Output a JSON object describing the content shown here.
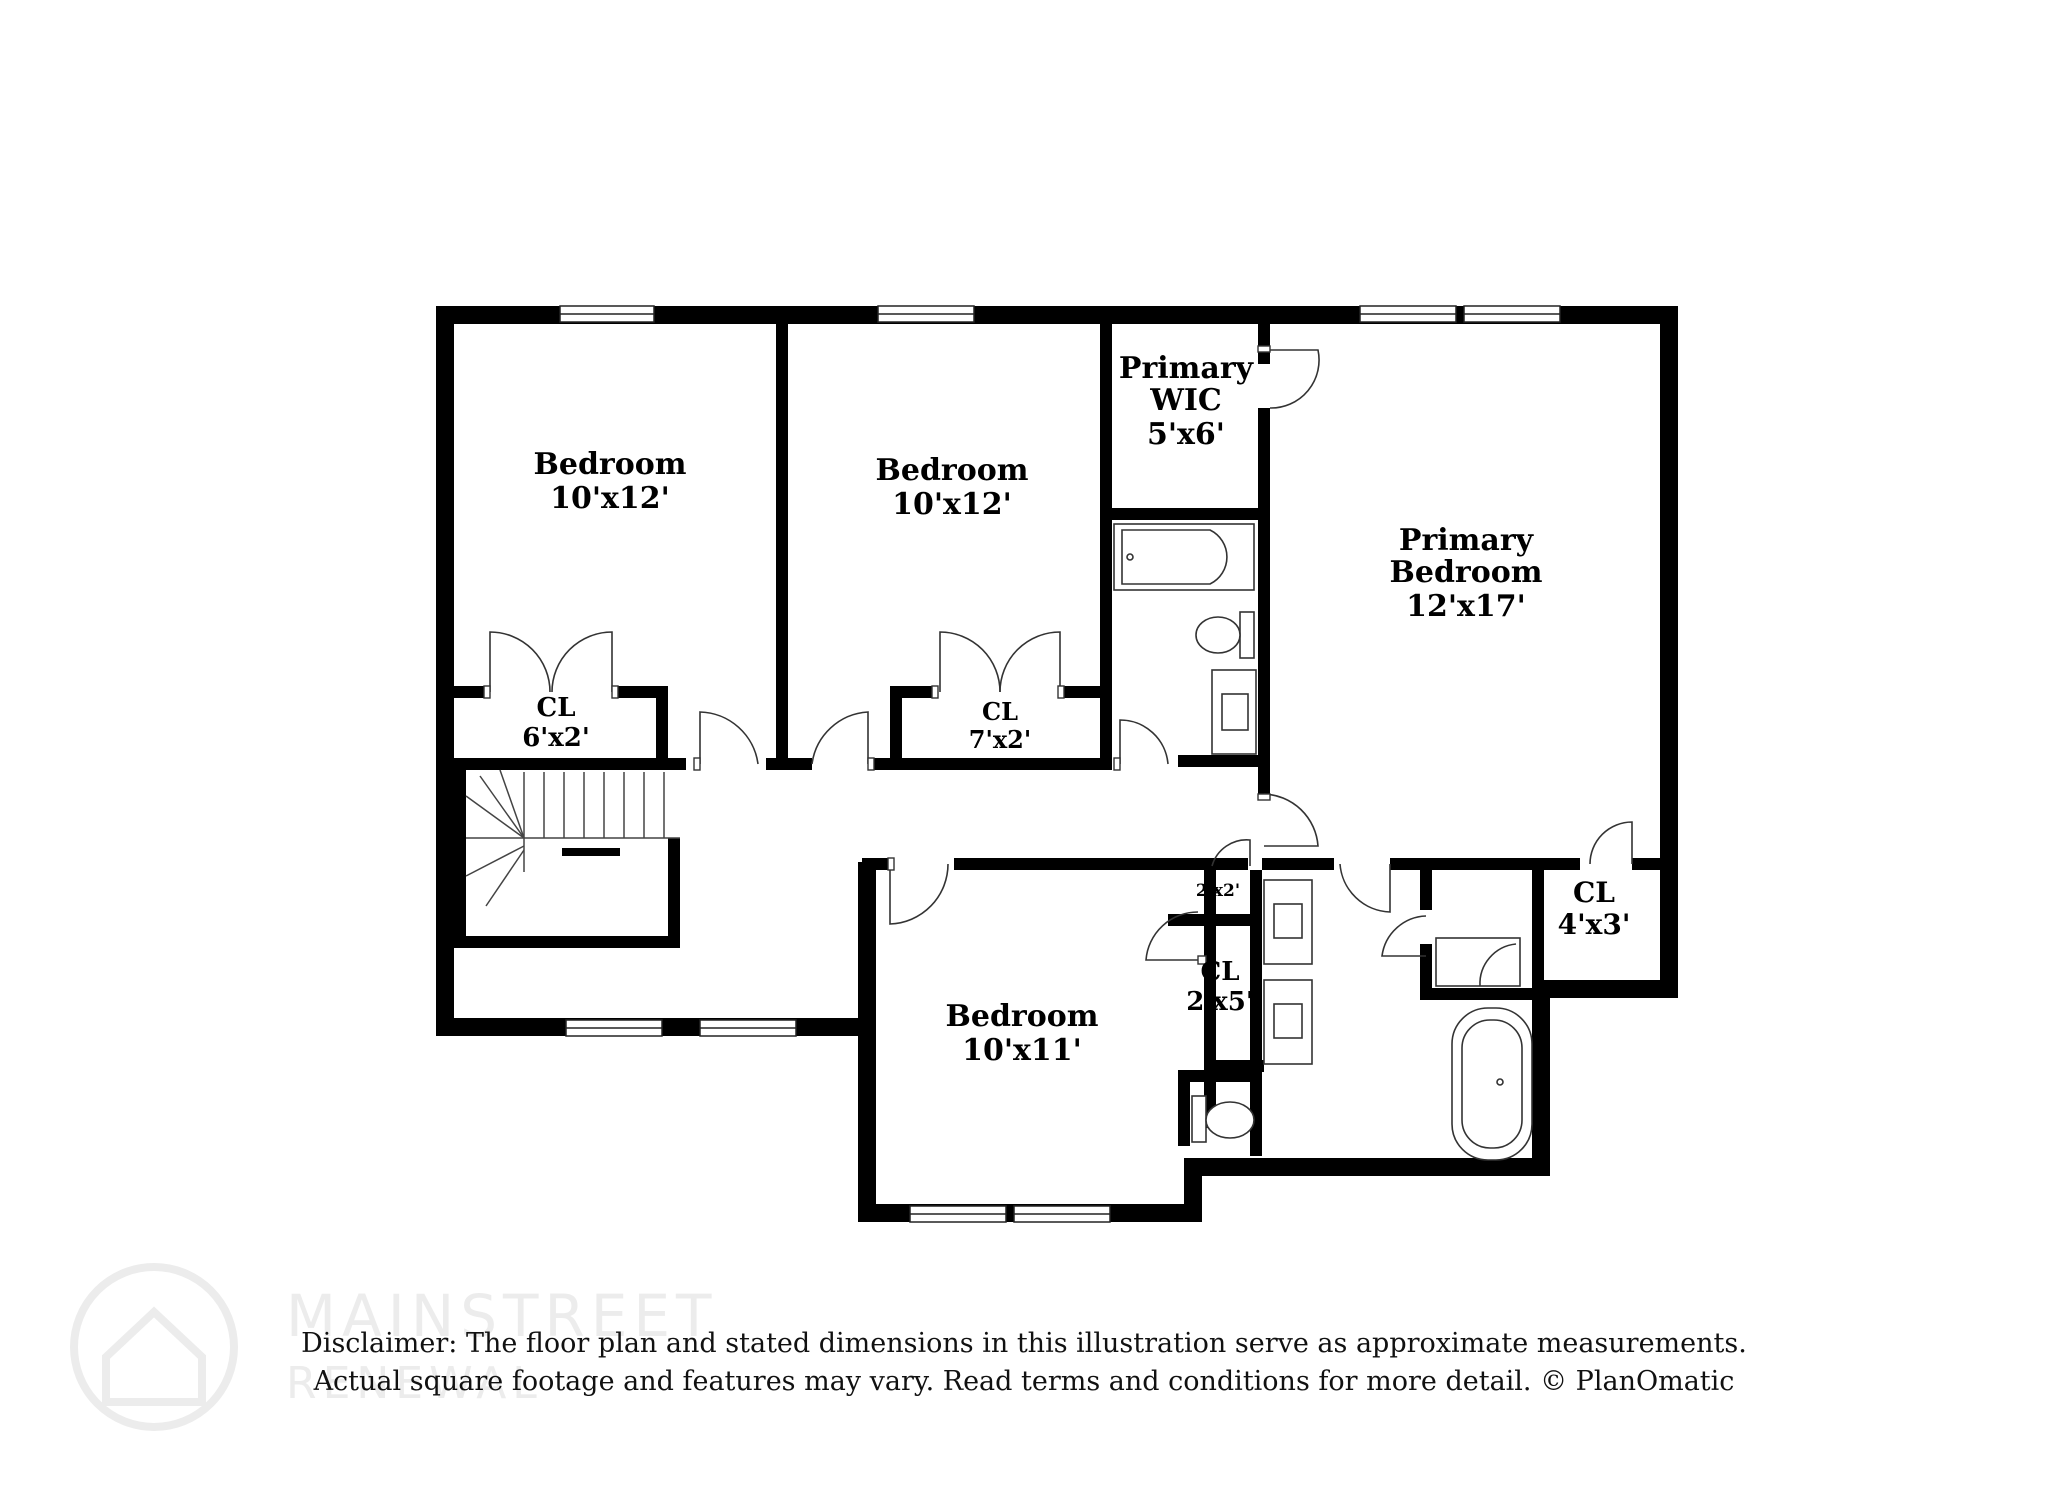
{
  "rooms": {
    "bedroom_1": {
      "name": "Bedroom",
      "size": "10'x12'"
    },
    "closet_1": {
      "name": "CL",
      "size": "6'x2'"
    },
    "bedroom_2": {
      "name": "Bedroom",
      "size": "10'x12'"
    },
    "closet_2": {
      "name": "CL",
      "size": "7'x2'"
    },
    "primary_wic": {
      "line1": "Primary",
      "line2": "WIC",
      "size": "5'x6'"
    },
    "primary_bedroom": {
      "line1": "Primary",
      "line2": "Bedroom",
      "size": "12'x17'"
    },
    "closet_small": {
      "size": "2'x2'"
    },
    "closet_hall": {
      "name": "CL",
      "size": "2'x5'"
    },
    "closet_primary": {
      "name": "CL",
      "size": "4'x3'"
    },
    "bedroom_3": {
      "name": "Bedroom",
      "size": "10'x11'"
    }
  },
  "disclaimer": {
    "line1": "Disclaimer: The floor plan and stated dimensions in this illustration serve as approximate measurements.",
    "line2": "Actual square footage and features may vary. Read terms and conditions for more detail. © PlanOmatic"
  },
  "watermark": {
    "line1": "MAINSTREET",
    "line2": "RENEWAL"
  },
  "colors": {
    "wall": "#000000",
    "background": "#ffffff",
    "watermark": "#ececec"
  },
  "icons": [
    "logo-circle-icon",
    "door-swing-icon",
    "window-icon",
    "bathtub-icon",
    "toilet-icon",
    "sink-icon",
    "shower-icon",
    "stairs-icon"
  ]
}
